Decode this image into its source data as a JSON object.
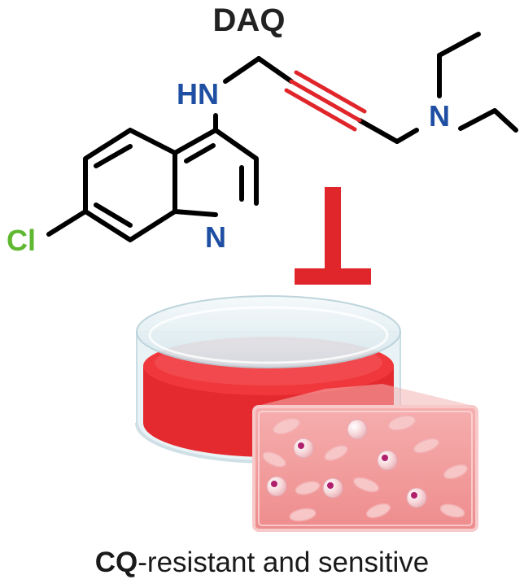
{
  "compound": {
    "name": "DAQ"
  },
  "atoms": {
    "amine_nh": "HN",
    "tertiary_n": "N",
    "ring_n": "N",
    "chlorine": "Cl"
  },
  "caption": {
    "strong": "CQ",
    "rest": "-resistant and sensitive"
  },
  "colors": {
    "bond": "#000000",
    "nitrogen": "#1f4fa3",
    "chlorine": "#5fb830",
    "alkyne": "#e0262b",
    "inhibition": "#e0262b",
    "medium": "#e52a2f",
    "dish_glass": "#e3eef2",
    "cell_panel": "#f29a9b",
    "rbc": "#f6c3c4",
    "parasite_dot": "#b0206e"
  },
  "icons": {
    "inhibition": "inhibition-t-bar-icon",
    "dish": "petri-dish-icon",
    "cells": "infected-red-blood-cells-icon"
  }
}
